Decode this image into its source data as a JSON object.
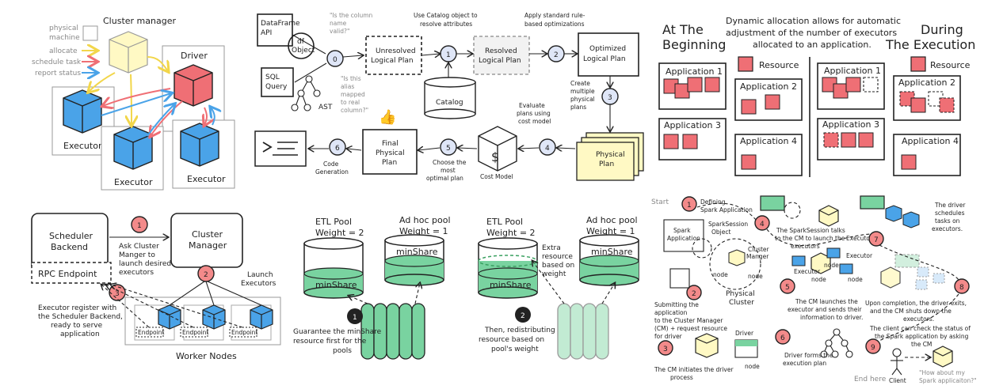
{
  "panel1": {
    "title": "Cluster manager",
    "legend": [
      "physical",
      "machine",
      "allocate",
      "schedule task",
      "report status"
    ],
    "driver": "Driver",
    "executor": "Executor",
    "colors": {
      "allocate": "#f2d64a",
      "schedule": "#ef6f75",
      "report": "#4aa3e8"
    }
  },
  "panel2": {
    "dataframe": [
      "DataFrame",
      "API"
    ],
    "df_object": [
      "df",
      "Object"
    ],
    "sql": [
      "SQL",
      "Query"
    ],
    "ast": "AST",
    "q1": [
      "\"Is the column",
      "name",
      "valid?\""
    ],
    "q2": [
      "\"Is this",
      "alias",
      "mapped",
      "to real",
      "column?\""
    ],
    "catalog_note": [
      "Use Catalog object to",
      "resolve attributes"
    ],
    "rule_note": [
      "Apply standard rule-",
      "based optimizations"
    ],
    "unresolved": [
      "Unresolved",
      "Logical Plan"
    ],
    "resolved": [
      "Resolved",
      "Logical Plan"
    ],
    "optimized": [
      "Optimized",
      "Logical Plan"
    ],
    "catalog": "Catalog",
    "create_plans": [
      "Create",
      "multiple",
      "physical",
      "plans"
    ],
    "evaluate": [
      "Evaluate",
      "plans using",
      "cost model"
    ],
    "physical": [
      "Physical",
      "Plan"
    ],
    "cost_model": "Cost Model",
    "choose": [
      "Choose the",
      "most",
      "optimal plan"
    ],
    "final": [
      "Final",
      "Physical",
      "Plan"
    ],
    "codegen": [
      "Code",
      "Generation"
    ],
    "steps": [
      "0",
      "1",
      "2",
      "3",
      "4",
      "5",
      "6"
    ]
  },
  "panel3": {
    "left_title": [
      "At The",
      "Beginning"
    ],
    "right_title": [
      "During",
      "The Execution"
    ],
    "center_title": [
      "Dynamic allocation allows for automatic",
      "adjustment of the number of executors",
      "allocated to an application."
    ],
    "resource": "Resource",
    "apps": [
      "Application 1",
      "Application 2",
      "Application 3",
      "Application 4"
    ]
  },
  "panel4": {
    "scheduler": [
      "Scheduler",
      "Backend"
    ],
    "rpc": "RPC Endpoint",
    "cluster": [
      "Cluster",
      "Manager"
    ],
    "ask": [
      "Ask Cluster",
      "Manger to",
      "launch desired",
      "executors"
    ],
    "launch": [
      "Launch",
      "Executors"
    ],
    "register": [
      "Executor register with",
      "the Scheduler Backend,",
      "ready to serve",
      "application"
    ],
    "endpoint": "Endpoint",
    "worker_nodes": "Worker Nodes",
    "steps": [
      "1",
      "2",
      "3"
    ]
  },
  "panel5": {
    "etl_pool": [
      "ETL Pool",
      "Weight = 2"
    ],
    "adhoc_pool": [
      "Ad hoc pool",
      "Weight = 1"
    ],
    "minshare": "minShare",
    "extra": [
      "Extra",
      "resource",
      "based on",
      "weight"
    ],
    "step1": [
      "Guarantee the minShare",
      "resource first for the",
      "pools"
    ],
    "step2": [
      "Then, redistributing",
      "resource based on",
      "pool's weight"
    ],
    "steps": [
      "1",
      "2"
    ]
  },
  "panel6": {
    "start": "Start",
    "end": "End here",
    "s1": [
      "Defining",
      "Spark Application"
    ],
    "spark_app": [
      "Spark",
      "Application"
    ],
    "spark_session": [
      "SparkSession",
      "Object"
    ],
    "cluster_manager": [
      "Cluster",
      "Manger"
    ],
    "node": "node",
    "physical_cluster": [
      "Physical",
      "Cluster"
    ],
    "s2": [
      "Submitting the",
      "application",
      "to the Cluster Manager",
      "(CM) + request resource",
      "for driver"
    ],
    "s3": [
      "The CM initiates the driver",
      "process"
    ],
    "s4": [
      "The SparkSession talks",
      "to the CM to launch the",
      "executors"
    ],
    "executor": "Executor",
    "s5": [
      "The CM launches the",
      "executor and sends their",
      "information to driver."
    ],
    "driver": "Driver",
    "s6": [
      "Driver forms the",
      "execution plan"
    ],
    "s7": [
      "The driver",
      "schedules",
      "tasks on",
      "executors."
    ],
    "s8": [
      "Upon completion, the driver exits,",
      "and the CM shuts down the",
      "executors."
    ],
    "s9": [
      "The client can check the status of",
      "the Spark application by asking",
      "the CM"
    ],
    "client": "Client",
    "ask": [
      "\"How about my",
      "Spark applicaiton?\""
    ],
    "steps": [
      "1",
      "2",
      "3",
      "4",
      "5",
      "6",
      "7",
      "8",
      "9"
    ]
  }
}
